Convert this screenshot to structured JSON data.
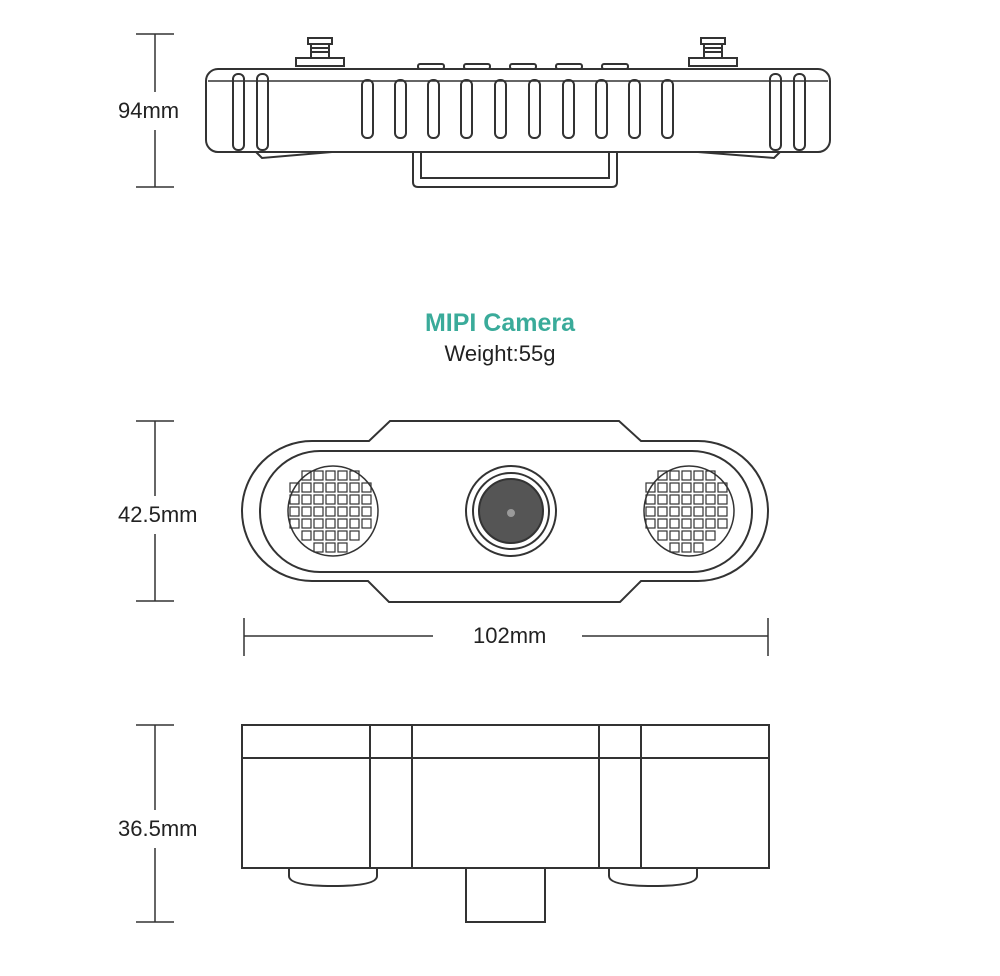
{
  "title": "MIPI Camera",
  "subtitle": "Weight:55g",
  "dimensions": {
    "top_view_depth": "94mm",
    "front_view_height": "42.5mm",
    "front_view_width": "102mm",
    "side_view_height": "36.5mm"
  },
  "colors": {
    "accent": "#3aab9a",
    "line": "#333333",
    "lens_fill": "#555555"
  }
}
